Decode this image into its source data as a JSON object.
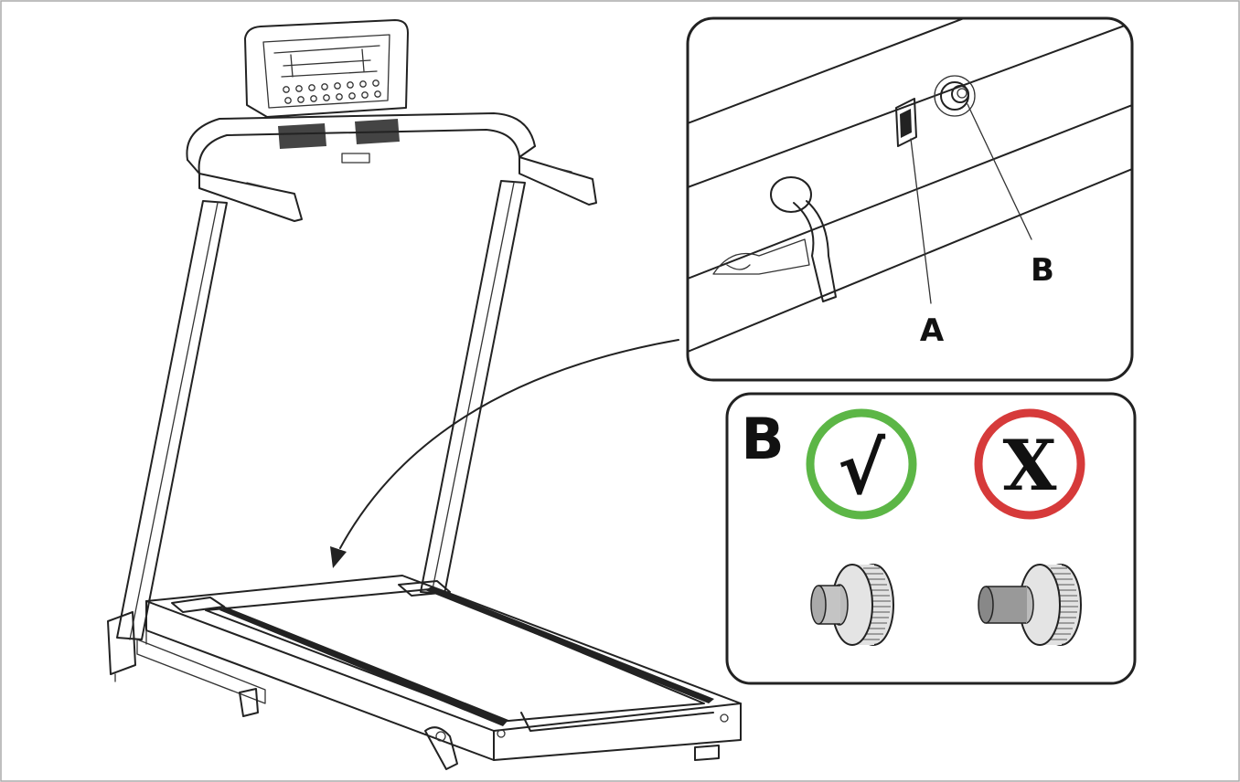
{
  "callouts": {
    "switch_label": "A",
    "fuse_label": "B",
    "detail_label": "B"
  },
  "symbols": {
    "correct_mark": "√",
    "wrong_mark": "X",
    "correct_icon": "check-icon",
    "wrong_icon": "cross-icon"
  },
  "colors": {
    "correct": "#5cb646",
    "wrong": "#d63a3a",
    "line": "#222222"
  }
}
